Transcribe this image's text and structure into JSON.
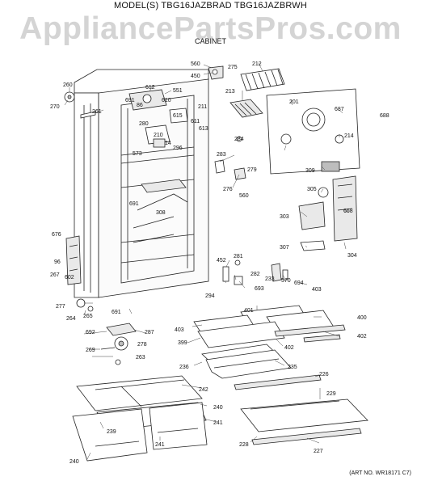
{
  "header": {
    "model_line": "MODEL(S) TBG16JAZBRAD TBG16JAZBRWH",
    "watermark": "AppliancePartsPros.com",
    "section": "CABINET"
  },
  "footer": {
    "art_number": "(ART NO. WR18171 C7)"
  },
  "callouts": [
    "560",
    "275",
    "450",
    "212",
    "260",
    "612",
    "551",
    "213",
    "270",
    "691",
    "86",
    "610",
    "261",
    "615",
    "211",
    "201",
    "687",
    "688",
    "613",
    "611",
    "280",
    "210",
    "14",
    "573",
    "296",
    "214",
    "284",
    "283",
    "279",
    "309",
    "276",
    "560",
    "305",
    "691",
    "308",
    "303",
    "668",
    "676",
    "96",
    "307",
    "304",
    "452",
    "281",
    "282",
    "233",
    "570",
    "267",
    "602",
    "693",
    "694",
    "403",
    "294",
    "277",
    "265",
    "264",
    "691",
    "401",
    "400",
    "403",
    "402",
    "287",
    "399",
    "402",
    "692",
    "278",
    "269",
    "263",
    "236",
    "235",
    "226",
    "242",
    "229",
    "240",
    "239",
    "241",
    "228",
    "227",
    "241",
    "240"
  ]
}
